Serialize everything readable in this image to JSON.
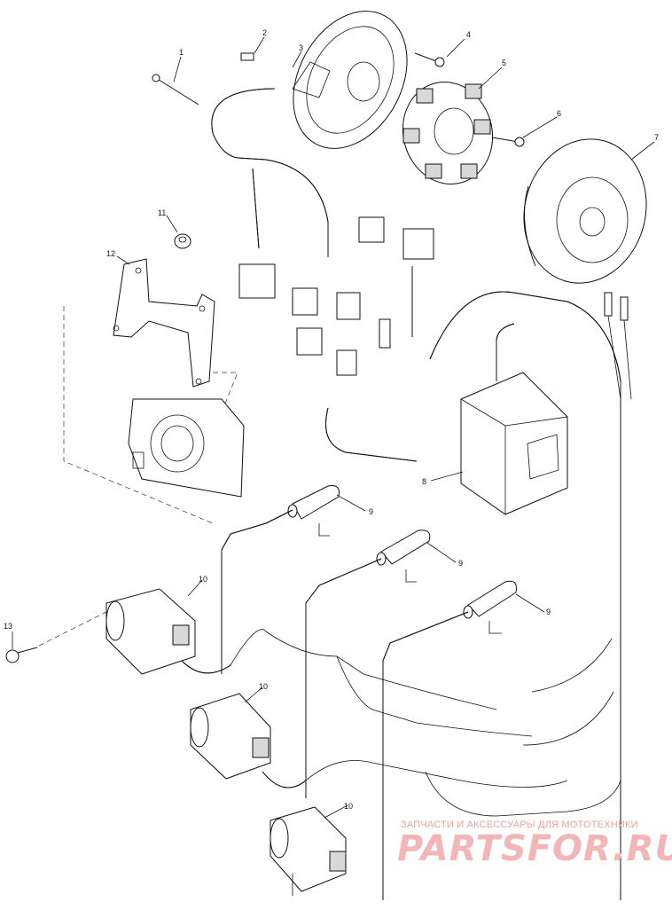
{
  "callouts": [
    {
      "id": "c1",
      "text": "1"
    },
    {
      "id": "c2",
      "text": "2"
    },
    {
      "id": "c3",
      "text": "3"
    },
    {
      "id": "c4",
      "text": "4"
    },
    {
      "id": "c5",
      "text": "5"
    },
    {
      "id": "c6",
      "text": "6"
    },
    {
      "id": "c7",
      "text": "7"
    },
    {
      "id": "c8",
      "text": "8"
    },
    {
      "id": "c9a",
      "text": "9"
    },
    {
      "id": "c9b",
      "text": "9"
    },
    {
      "id": "c9c",
      "text": "9"
    },
    {
      "id": "c10a",
      "text": "10"
    },
    {
      "id": "c10b",
      "text": "10"
    },
    {
      "id": "c10c",
      "text": "10"
    },
    {
      "id": "c11",
      "text": "11"
    },
    {
      "id": "c12",
      "text": "12"
    },
    {
      "id": "c13",
      "text": "13"
    }
  ],
  "watermark": {
    "tagline": "ЗАПЧАСТИ И АКСЕССУАРЫ ДЛЯ МОТОТЕХНИКИ",
    "site": "PARTSFOR.RU",
    "color": "#f2b6b6"
  },
  "colors": {
    "ink": "#111111",
    "background": "#ffffff"
  }
}
